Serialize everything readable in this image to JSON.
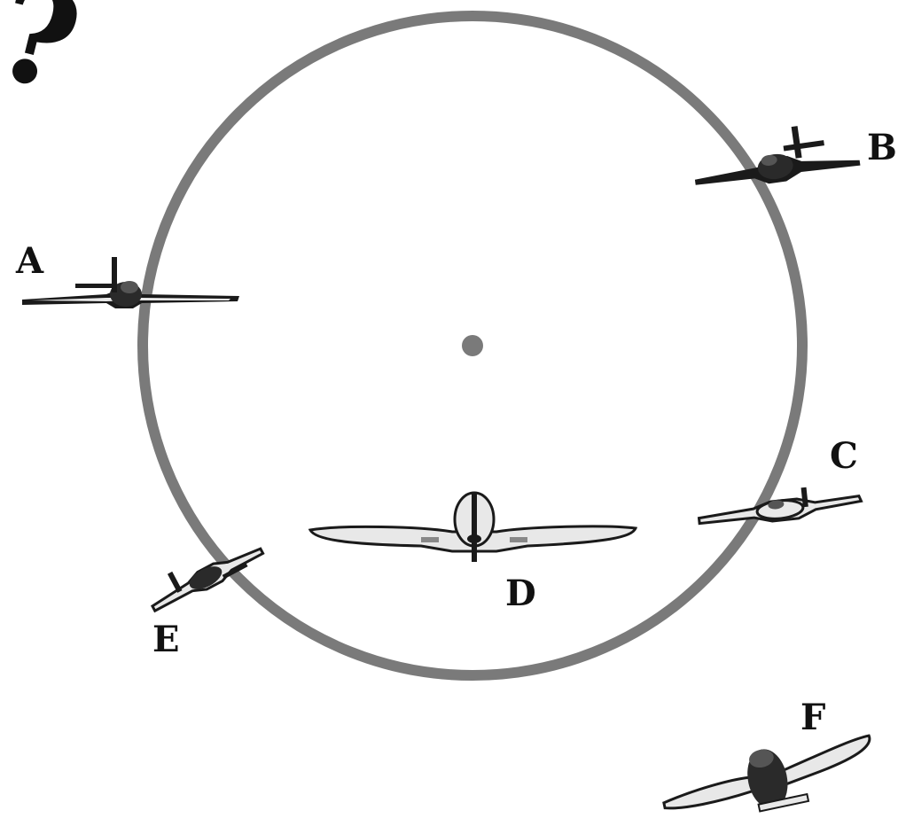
{
  "question_mark": "?",
  "labels": {
    "a": "A",
    "b": "B",
    "c": "C",
    "d": "D",
    "e": "E",
    "f": "F"
  },
  "colors": {
    "ring": "#7a7a7a",
    "center_dot": "#7a7a7a",
    "plane_dark": "#1a1a1a",
    "plane_light": "#e8e8e8"
  }
}
